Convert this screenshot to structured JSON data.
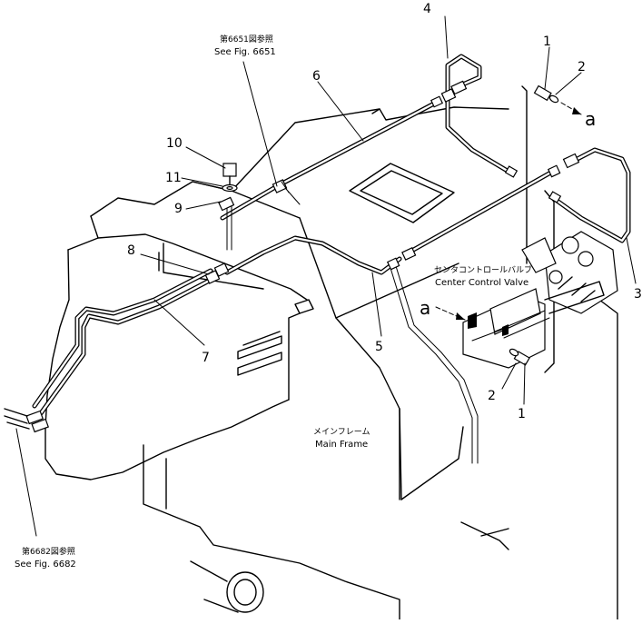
{
  "labels": {
    "callout_1_top": "1",
    "callout_2_top": "2",
    "callout_3": "3",
    "callout_4": "4",
    "callout_5": "5",
    "callout_6": "6",
    "callout_7": "7",
    "callout_8": "8",
    "callout_9": "9",
    "callout_10": "10",
    "callout_11": "11",
    "callout_1_bottom": "1",
    "callout_2_bottom": "2",
    "arrow_a_top": "a",
    "arrow_a_mid": "a"
  },
  "references": {
    "fig_6651_jp": "第6651図参照",
    "fig_6651": "See Fig. 6651",
    "fig_6682_jp": "第6682図参照",
    "fig_6682": "See Fig. 6682"
  },
  "parts": {
    "center_valve_jp": "センタコントロールバルブ",
    "center_valve": "Center Control Valve",
    "main_frame_jp": "メインフレーム",
    "main_frame": "Main Frame"
  }
}
